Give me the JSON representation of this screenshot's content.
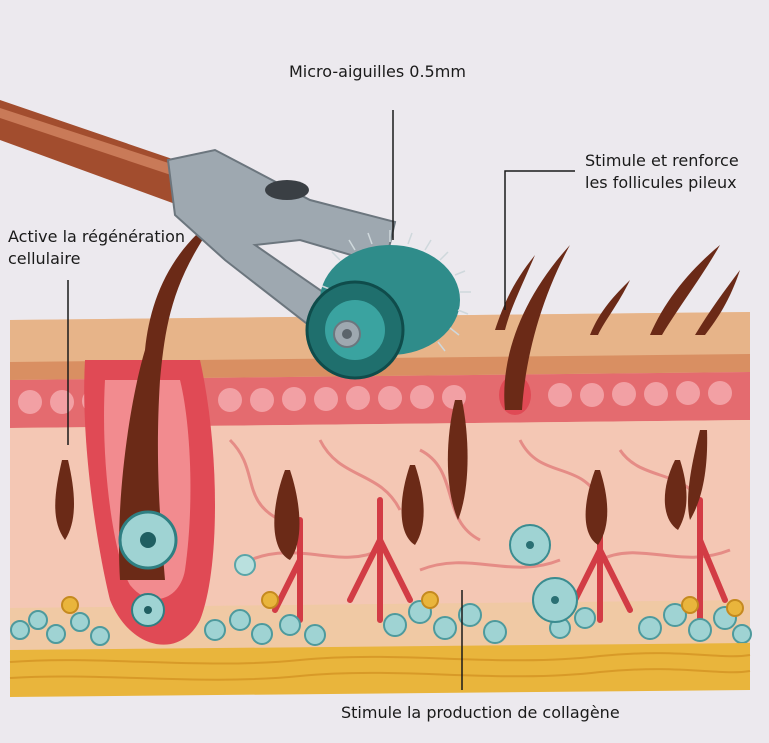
{
  "labels": {
    "needles": "Micro-aiguilles 0.5mm",
    "follicles_line1": "Stimule et renforce",
    "follicles_line2": "les follicules pileux",
    "regen_line1": "Active la régénération",
    "regen_line2": "cellulaire",
    "collagen": "Stimule la production de collagène"
  },
  "colors": {
    "background": "#ece9ee",
    "skin_surface": "#e7b489",
    "dermis_red": "#e46b6f",
    "hair": "#6b2a17",
    "roller": "#2f8c8a",
    "fat": "#e9b53c",
    "cells": "#9fd3d3"
  }
}
